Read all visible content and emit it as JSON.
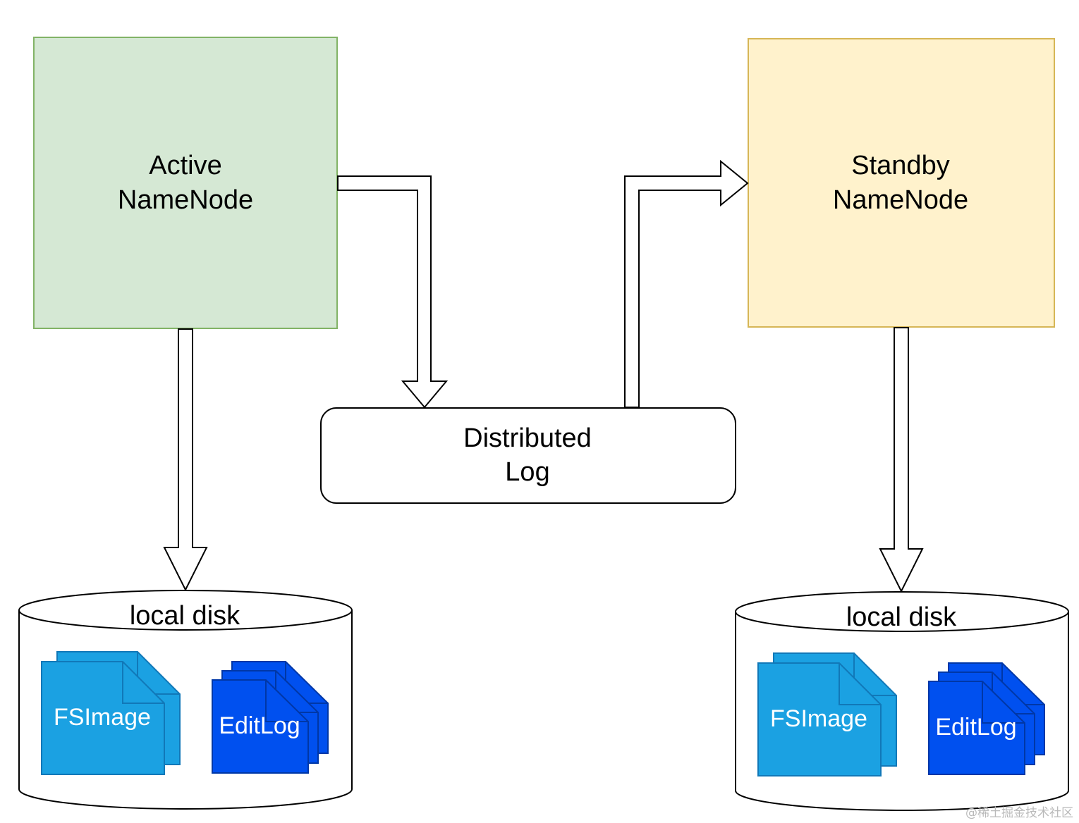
{
  "nodes": {
    "active": {
      "line1": "Active",
      "line2": "NameNode",
      "fill": "#d5e8d4",
      "stroke": "#82b366"
    },
    "standby": {
      "line1": "Standby",
      "line2": "NameNode",
      "fill": "#fff2cc",
      "stroke": "#d6b656"
    },
    "log": {
      "line1": "Distributed",
      "line2": "Log"
    }
  },
  "disks": {
    "left": {
      "label": "local disk",
      "fsimage": "FSImage",
      "editlog": "EditLog"
    },
    "right": {
      "label": "local disk",
      "fsimage": "FSImage",
      "editlog": "EditLog"
    }
  },
  "colors": {
    "fsimage": "#1ba1e2",
    "editlog": "#0050ef"
  },
  "watermark": "@稀土掘金技术社区"
}
